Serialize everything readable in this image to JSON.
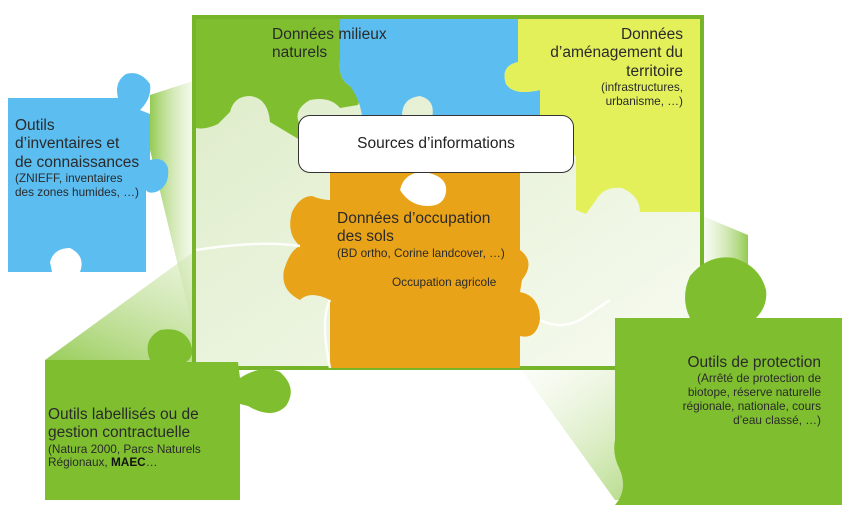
{
  "colors": {
    "green": "#7fbf2f",
    "dark_green": "#6aaa22",
    "blue": "#5bbdf0",
    "yellow": "#e3f05a",
    "orange": "#e9a318",
    "frame": "#76b52a"
  },
  "center": {
    "label": "Sources d’informations"
  },
  "pieces": {
    "milieux": {
      "line1": "Données milieux",
      "line2": "naturels"
    },
    "amenagement": {
      "line1": "Données",
      "line2": "d’aménagement du",
      "line3": "territoire",
      "sub1": "(infrastructures,",
      "sub2": "urbanisme, …)"
    },
    "occupation": {
      "line1": "Données d’occupation",
      "line2": "des sols",
      "sub": "(BD ortho, Corine landcover, …)",
      "extra": "Occupation agricole"
    },
    "inventaires": {
      "line1": "Outils",
      "line2": "d’inventaires et",
      "line3": "de connaissances",
      "sub1": "(ZNIEFF, inventaires",
      "sub2": "des zones humides, …)"
    },
    "labellises": {
      "line1": "Outils labellisés ou de",
      "line2": "gestion contractuelle",
      "sub1": "(Natura 2000, Parcs Naturels",
      "sub2_pre": "Régionaux, ",
      "sub2_bold": "MAEC",
      "sub2_post": "…"
    },
    "protection": {
      "line1": "Outils de protection",
      "sub1": "(Arrêté de protection de",
      "sub2": "biotope, réserve naturelle",
      "sub3": "régionale, nationale, cours",
      "sub4": "d’eau classé, …)"
    }
  }
}
